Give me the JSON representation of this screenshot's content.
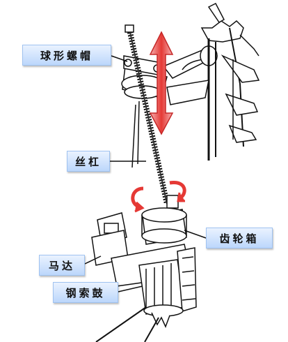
{
  "labels": {
    "ball_nut": "球形螺帽",
    "lead_screw": "丝杠",
    "gearbox": "齿轮箱",
    "motor": "马达",
    "cable_drum": "钢索鼓"
  },
  "colors": {
    "callout_fill": "#cfe2fb",
    "callout_border": "#9fc2f0",
    "arrow_red": "#e53935",
    "arrow_highlight": "#f8c0c0",
    "line": "#111111"
  },
  "icons": [
    "vertical-double-arrow",
    "rotation-arrows"
  ]
}
